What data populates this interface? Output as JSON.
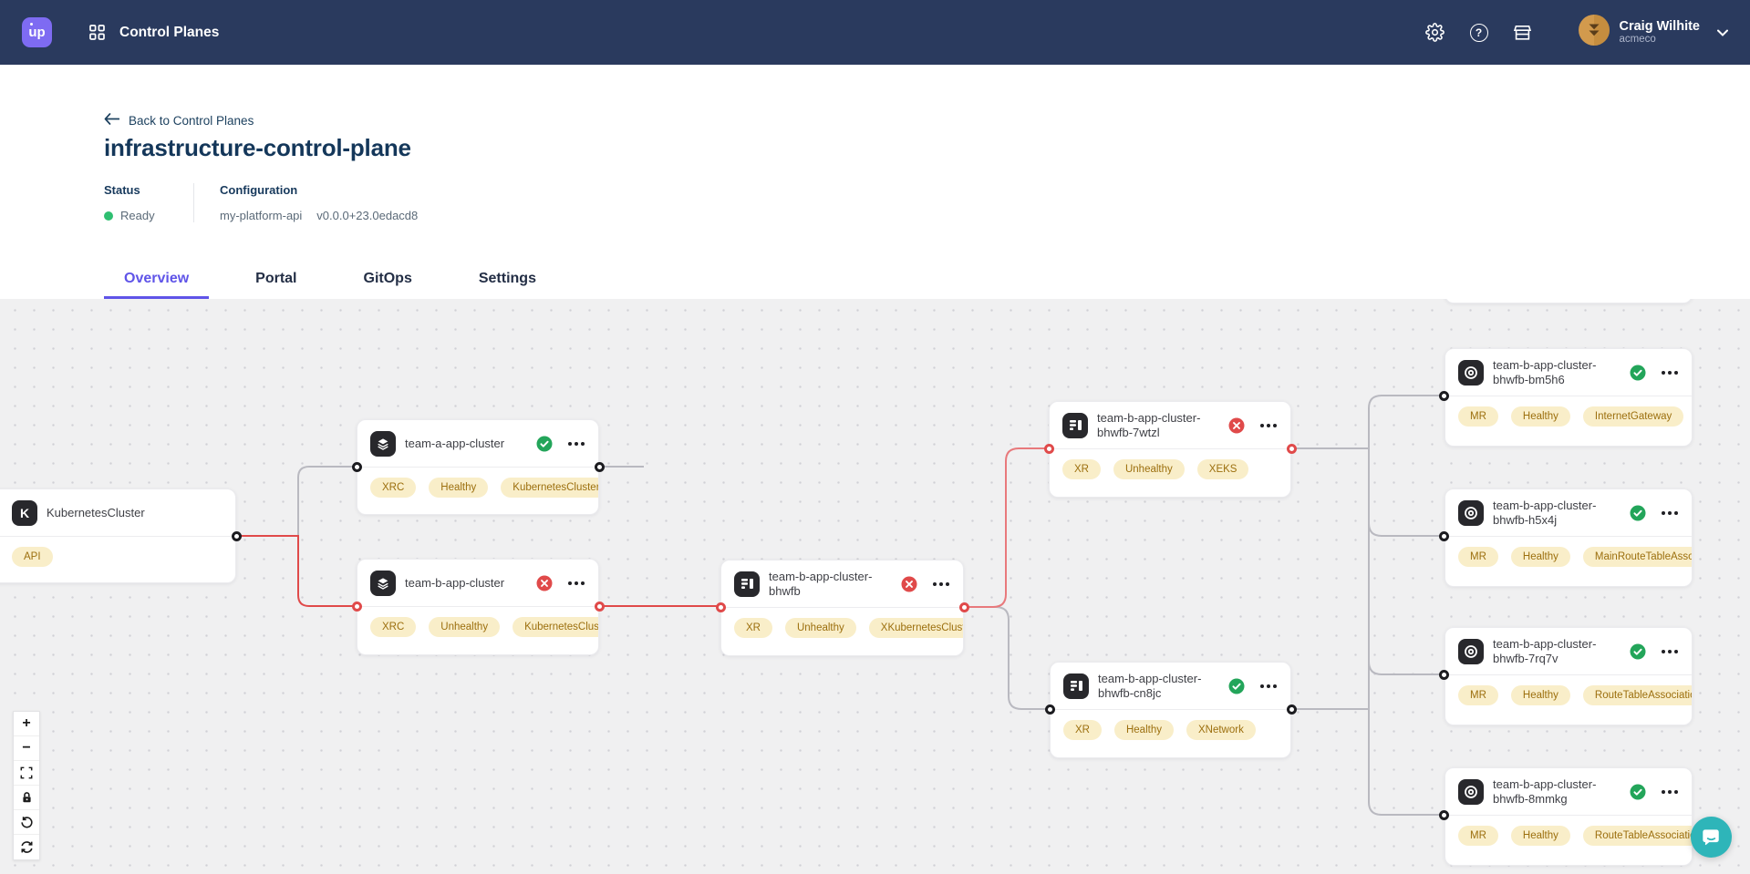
{
  "navbar": {
    "logo_text": "up",
    "app_title": "Control Planes",
    "help_glyph": "?",
    "user_name": "Craig Wilhite",
    "user_org": "acmeco"
  },
  "header": {
    "back_label": "Back to Control Planes",
    "title": "infrastructure-control-plane",
    "status_label": "Status",
    "status_value": "Ready",
    "config_label": "Configuration",
    "config_name": "my-platform-api",
    "config_version": "v0.0.0+23.0edacd8"
  },
  "tabs": [
    {
      "label": "Overview",
      "active": true
    },
    {
      "label": "Portal",
      "active": false
    },
    {
      "label": "GitOps",
      "active": false
    },
    {
      "label": "Settings",
      "active": false
    }
  ],
  "graph": {
    "nodes": [
      {
        "label": "KubernetesCluster",
        "icon": "k-letter-icon",
        "icon_letter": "K",
        "status": "none",
        "badges": [
          "API"
        ]
      },
      {
        "label": "team-a-app-cluster",
        "icon": "claim-icon",
        "status": "healthy",
        "badges": [
          "XRC",
          "Healthy",
          "KubernetesCluster"
        ]
      },
      {
        "label": "team-b-app-cluster",
        "icon": "claim-icon",
        "status": "unhealthy",
        "badges": [
          "XRC",
          "Unhealthy",
          "KubernetesCluster"
        ]
      },
      {
        "label": "team-b-app-cluster-bhwfb",
        "icon": "composite-icon",
        "status": "unhealthy",
        "badges": [
          "XR",
          "Unhealthy",
          "XKubernetesCluster"
        ]
      },
      {
        "label": "team-b-app-cluster-bhwfb-7wtzl",
        "icon": "composite-icon",
        "status": "unhealthy",
        "badges": [
          "XR",
          "Unhealthy",
          "XEKS"
        ]
      },
      {
        "label": "team-b-app-cluster-bhwfb-cn8jc",
        "icon": "composite-icon",
        "status": "healthy",
        "badges": [
          "XR",
          "Healthy",
          "XNetwork"
        ]
      },
      {
        "label": "team-b-app-cluster-bhwfb-bm5h6",
        "icon": "managed-icon",
        "status": "healthy",
        "badges": [
          "MR",
          "Healthy",
          "InternetGateway"
        ]
      },
      {
        "label": "team-b-app-cluster-bhwfb-h5x4j",
        "icon": "managed-icon",
        "status": "healthy",
        "badges": [
          "MR",
          "Healthy",
          "MainRouteTableAssociation"
        ]
      },
      {
        "label": "team-b-app-cluster-bhwfb-7rq7v",
        "icon": "managed-icon",
        "status": "healthy",
        "badges": [
          "MR",
          "Healthy",
          "RouteTableAssociation"
        ]
      },
      {
        "label": "team-b-app-cluster-bhwfb-8mmkg",
        "icon": "managed-icon",
        "status": "healthy",
        "badges": [
          "MR",
          "Healthy",
          "RouteTableAssociation"
        ]
      }
    ],
    "controls": [
      "zoom-in",
      "zoom-out",
      "fit-view",
      "lock",
      "rotate-ccw",
      "reload"
    ]
  },
  "colors": {
    "navbar_bg": "#2a3a5e",
    "brand_purple": "#7e6bf2",
    "accent_purple": "#5f54e8",
    "healthy_green": "#23a55a",
    "ready_green": "#2fbf71",
    "unhealthy_red": "#e04a4a",
    "badge_bg": "#f9eec9",
    "badge_text": "#9c6f0e",
    "edge_gray": "#b9b9c0",
    "chat_teal": "#2eb5b9",
    "title_navy": "#14375a"
  }
}
